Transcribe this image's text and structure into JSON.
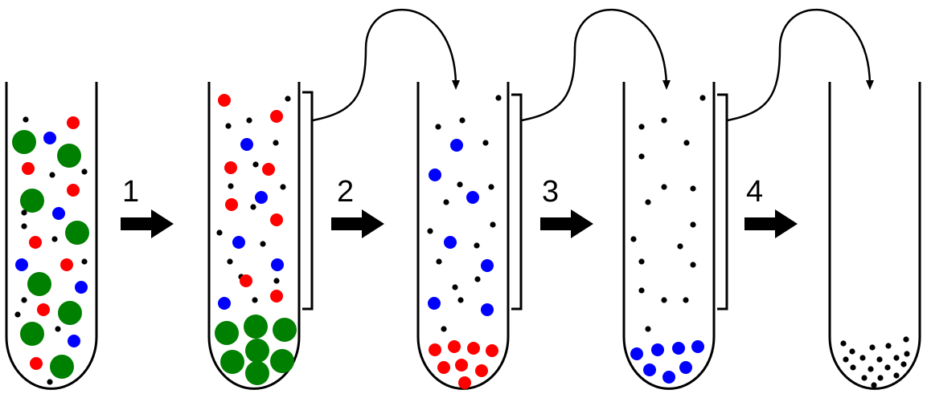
{
  "diagram": {
    "steps": [
      {
        "label": "1"
      },
      {
        "label": "2"
      },
      {
        "label": "3"
      },
      {
        "label": "4"
      }
    ],
    "colors": {
      "green": "#008000",
      "red": "#ff0000",
      "blue": "#0000ff",
      "black": "#000000"
    },
    "tubes": [
      {
        "name": "tube-1-mixture",
        "contents": [
          "green-large",
          "red",
          "blue",
          "black-small"
        ]
      },
      {
        "name": "tube-2-green-pellet",
        "contents": [
          "green-pellet",
          "red",
          "blue",
          "black-small"
        ]
      },
      {
        "name": "tube-3-red-pellet",
        "contents": [
          "red-pellet",
          "blue",
          "black-small"
        ]
      },
      {
        "name": "tube-4-blue-pellet",
        "contents": [
          "blue-pellet",
          "black-small"
        ]
      },
      {
        "name": "tube-5-black-pellet",
        "contents": [
          "black-pellet"
        ]
      }
    ]
  }
}
